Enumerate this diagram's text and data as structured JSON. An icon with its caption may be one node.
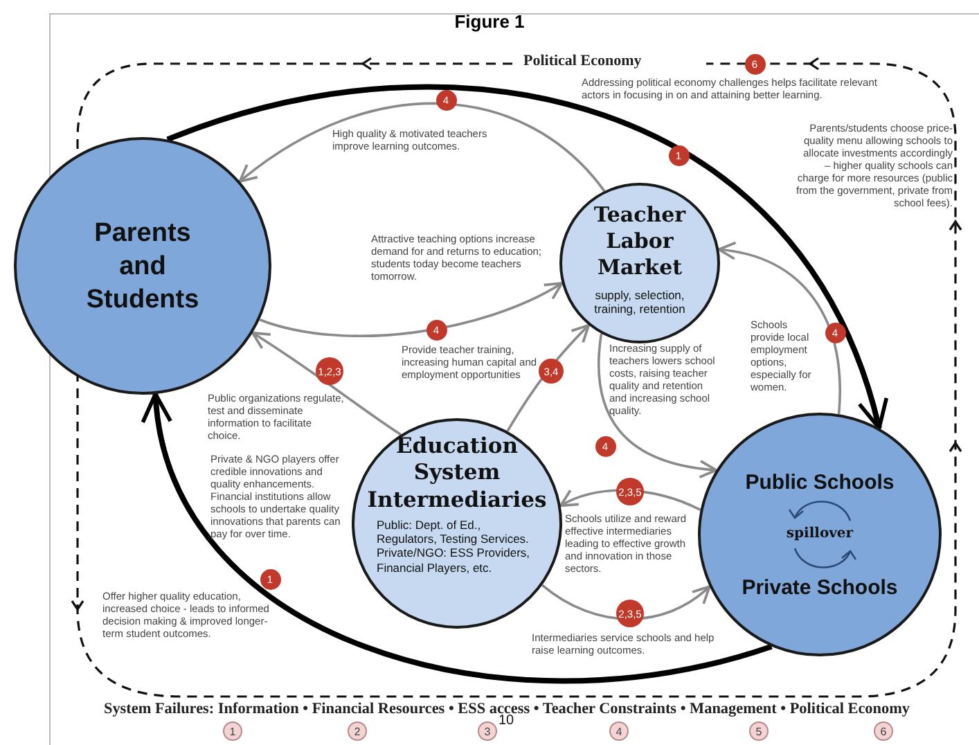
{
  "diagram": {
    "title": "Figure 1",
    "nodes": [
      {
        "text": [
          "Parents and Students"
        ]
      },
      {
        "text": [
          "Teacher Labor Market",
          "supply, selection, training, retention"
        ]
      },
      {
        "text": [
          "Education System Intermediaries",
          "Public: Dept. of Ed., Regulators, Testing Services. Private/NGO: ESS Providers, Financial Players, etc."
        ]
      },
      {
        "text": [
          "Public Schools",
          "spillover",
          "Private Schools"
        ]
      }
    ],
    "edges": [
      {
        "from": 1,
        "to": 0,
        "arrow": "to",
        "label": "High quality & motivated teachers improve learning outcomes."
      },
      {
        "from": 0,
        "to": 1,
        "arrow": "to",
        "label": "Attractive teaching options increase demand for and returns to education; students today become teachers tomorrow."
      },
      {
        "from": 2,
        "to": 0,
        "arrow": "to",
        "label": "Public organizations regulate, test and disseminate information to facilitate choice."
      },
      {
        "from": 2,
        "to": 1,
        "arrow": "to",
        "label": "Provide teacher training, increasing human capital and employment opportunities"
      },
      {
        "from": 1,
        "to": 3,
        "arrow": "to",
        "label": "Increasing supply of teachers lowers school costs, raising teacher quality and retention and increasing school quality."
      },
      {
        "from": 3,
        "to": 1,
        "arrow": "to",
        "label": "Schools provide local employment options, especially for women."
      },
      {
        "from": 3,
        "to": 2,
        "arrow": "to",
        "label": "Schools utilize and reward effective intermediaries leading to effective growth and innovation in those sectors."
      },
      {
        "from": 2,
        "to": 3,
        "arrow": "to",
        "label": "Intermediaries service schools and help raise learning outcomes."
      },
      {
        "from": 0,
        "to": 3,
        "arrow": "to",
        "style": "thick",
        "color": "#000000",
        "label": "Parents/students choose price-quality menu allowing schools to allocate investments accordingly – higher quality schools can charge for more resources (public from the government, private from school fees)."
      },
      {
        "from": 3,
        "to": 0,
        "arrow": "to",
        "style": "thick",
        "color": "#000000",
        "label": "Offer higher quality education, increased choice - leads to informed decision making & improved longer-term student outcomes."
      }
    ],
    "labels": [
      "Political Economy",
      "6",
      "Addressing political economy challenges helps facilitate relevant actors in focusing in on and attaining better learning.",
      "4",
      "4",
      "1,2,3",
      "3,4",
      "4",
      "4",
      "2,3,5",
      "2,3,5",
      "1",
      "1",
      "Private & NGO players offer credible innovations and quality enhancements. Financial institutions allow schools to undertake quality innovations that parents can pay for over time.",
      "System Failures: Information • Financial Resources • ESS access • Teacher Constraints • Management • Political Economy",
      "1",
      "2",
      "3",
      "4",
      "5",
      "6",
      "10"
    ]
  }
}
